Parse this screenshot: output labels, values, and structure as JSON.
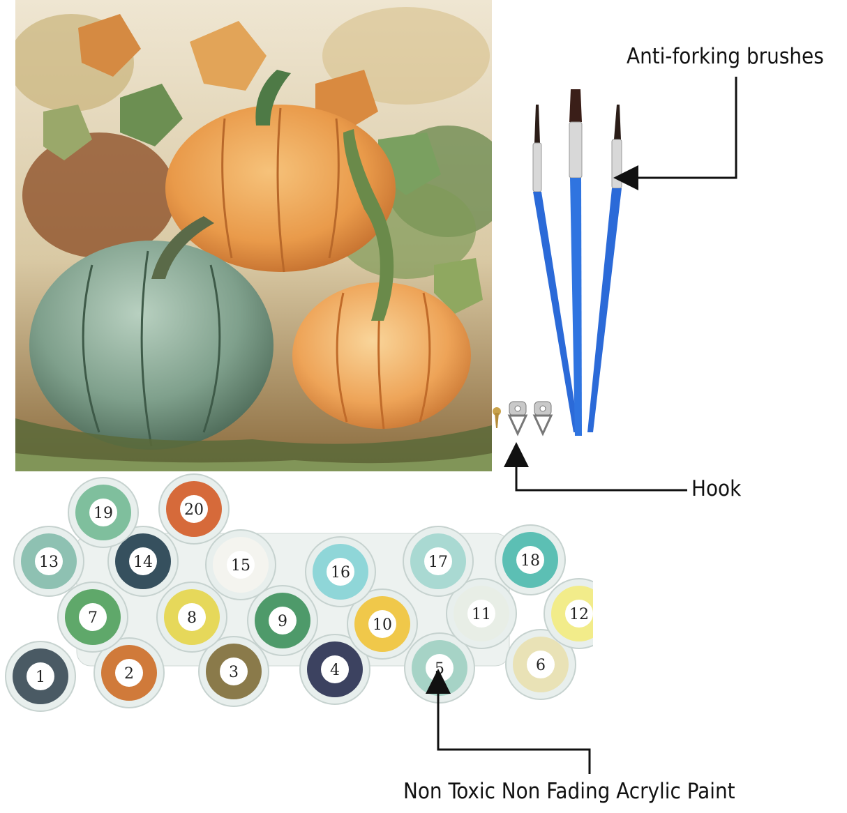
{
  "callouts": {
    "brushes": "Anti-forking brushes",
    "hook": "Hook",
    "paint": "Non Toxic Non Fading Acrylic Paint"
  },
  "paint_pots": [
    {
      "number": "1",
      "color": "#4a5a64"
    },
    {
      "number": "2",
      "color": "#d07a3a"
    },
    {
      "number": "3",
      "color": "#8a7a4a"
    },
    {
      "number": "4",
      "color": "#3c4260"
    },
    {
      "number": "5",
      "color": "#a6d3c6"
    },
    {
      "number": "6",
      "color": "#e9e2b6"
    },
    {
      "number": "7",
      "color": "#5fa86a"
    },
    {
      "number": "8",
      "color": "#e6d85a"
    },
    {
      "number": "9",
      "color": "#4e9a6a"
    },
    {
      "number": "10",
      "color": "#f0c84a"
    },
    {
      "number": "11",
      "color": "#e8eee6"
    },
    {
      "number": "12",
      "color": "#f2ec8a"
    },
    {
      "number": "13",
      "color": "#8ec1b2"
    },
    {
      "number": "14",
      "color": "#36505e"
    },
    {
      "number": "15",
      "color": "#f4f4ef"
    },
    {
      "number": "16",
      "color": "#8fd6d8"
    },
    {
      "number": "17",
      "color": "#a9d9d2"
    },
    {
      "number": "18",
      "color": "#5cbfb4"
    },
    {
      "number": "19",
      "color": "#7fbf9d"
    },
    {
      "number": "20",
      "color": "#d66a3a"
    }
  ]
}
